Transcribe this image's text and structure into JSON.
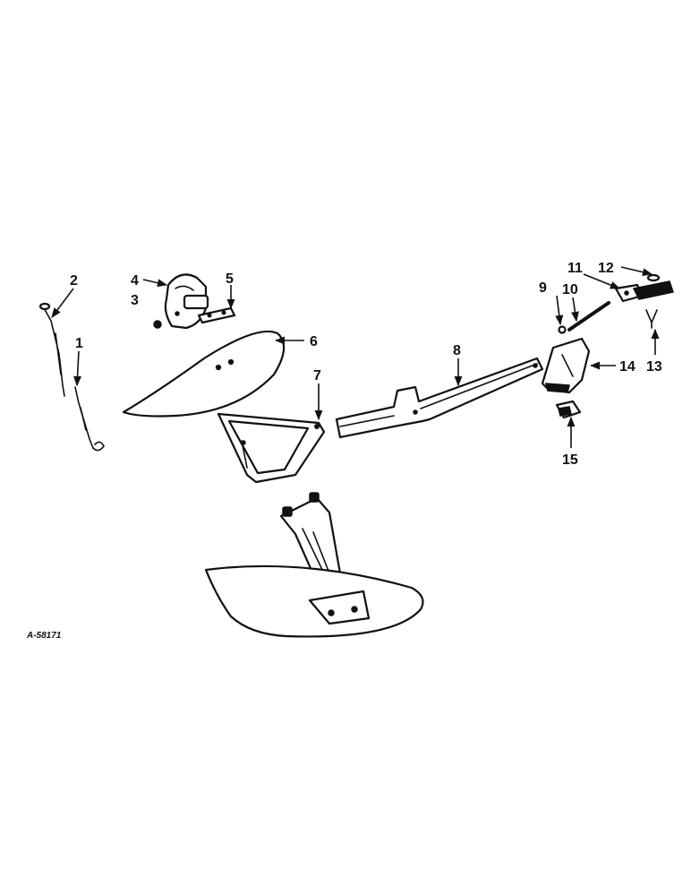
{
  "diagram": {
    "plate_code": "A-58171",
    "callouts": [
      {
        "id": "1",
        "label": "1"
      },
      {
        "id": "2",
        "label": "2"
      },
      {
        "id": "3",
        "label": "3"
      },
      {
        "id": "4",
        "label": "4"
      },
      {
        "id": "5",
        "label": "5"
      },
      {
        "id": "6",
        "label": "6"
      },
      {
        "id": "7",
        "label": "7"
      },
      {
        "id": "8",
        "label": "8"
      },
      {
        "id": "9",
        "label": "9"
      },
      {
        "id": "10",
        "label": "10"
      },
      {
        "id": "11",
        "label": "11"
      },
      {
        "id": "12",
        "label": "12"
      },
      {
        "id": "13",
        "label": "13"
      },
      {
        "id": "14",
        "label": "14"
      },
      {
        "id": "15",
        "label": "15"
      }
    ]
  }
}
